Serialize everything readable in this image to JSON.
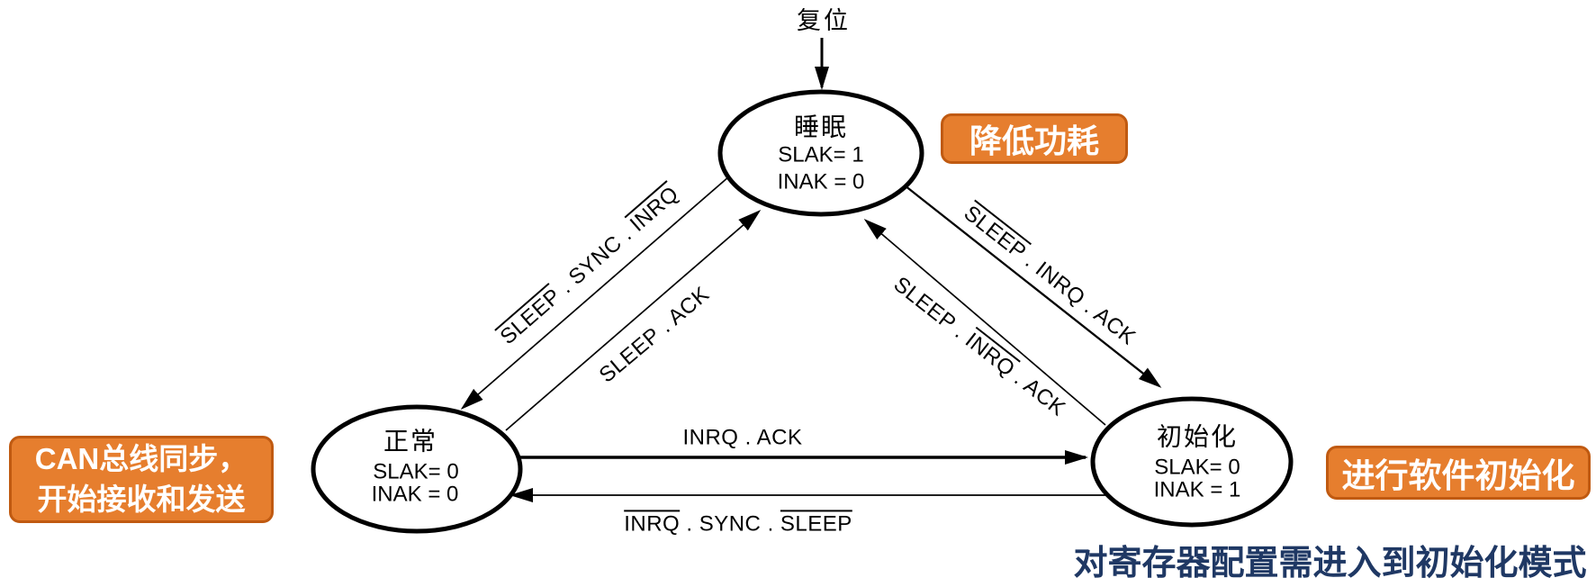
{
  "reset": {
    "label": "复位"
  },
  "nodes": {
    "sleep": {
      "title": "睡眠",
      "reg1": "SLAK= 1",
      "reg2": "INAK = 0"
    },
    "normal": {
      "title": "正常",
      "reg1": "SLAK= 0",
      "reg2": "INAK = 0"
    },
    "init": {
      "title": "初始化",
      "reg1": "SLAK= 0",
      "reg2": "INAK = 1"
    }
  },
  "transitions": [
    {
      "name": "sleep-to-normal",
      "sep": " . ",
      "parts": [
        {
          "t": "SLEEP",
          "ov": true
        },
        {
          "t": "SYNC",
          "ov": false
        },
        {
          "t": "INRQ",
          "ov": true
        }
      ]
    },
    {
      "name": "normal-to-sleep",
      "sep": " . ",
      "parts": [
        {
          "t": "SLEEP",
          "ov": false
        },
        {
          "t": "ACK",
          "ov": false
        }
      ]
    },
    {
      "name": "sleep-to-init",
      "sep": " . ",
      "parts": [
        {
          "t": "SLEEP",
          "ov": true
        },
        {
          "t": "INRQ",
          "ov": false
        },
        {
          "t": "ACK",
          "ov": false
        }
      ]
    },
    {
      "name": "init-to-sleep",
      "sep": " . ",
      "parts": [
        {
          "t": "SLEEP",
          "ov": false
        },
        {
          "t": "INRQ",
          "ov": true
        },
        {
          "t": "ACK",
          "ov": false
        }
      ]
    },
    {
      "name": "normal-to-init",
      "sep": " . ",
      "parts": [
        {
          "t": "INRQ",
          "ov": false
        },
        {
          "t": "ACK",
          "ov": false
        }
      ]
    },
    {
      "name": "init-to-normal",
      "sep": " . ",
      "parts": [
        {
          "t": "INRQ",
          "ov": true
        },
        {
          "t": "SYNC",
          "ov": false
        },
        {
          "t": "SLEEP",
          "ov": true
        }
      ]
    }
  ],
  "callouts": {
    "sleep": {
      "text": "降低功耗"
    },
    "normal": {
      "line1": "CAN总线同步，",
      "line2": "开始接收和发送"
    },
    "init": {
      "text": "进行软件初始化"
    }
  },
  "footnote": {
    "text": "对寄存器配置需进入到初始化模式"
  },
  "colors": {
    "bg_color": "#ffffff",
    "line_color": "#000000",
    "callout_fill": "#E67E2E",
    "callout_border": "#C05A11",
    "callout_text": "#ffffff",
    "footnote_color": "#1F3864"
  }
}
